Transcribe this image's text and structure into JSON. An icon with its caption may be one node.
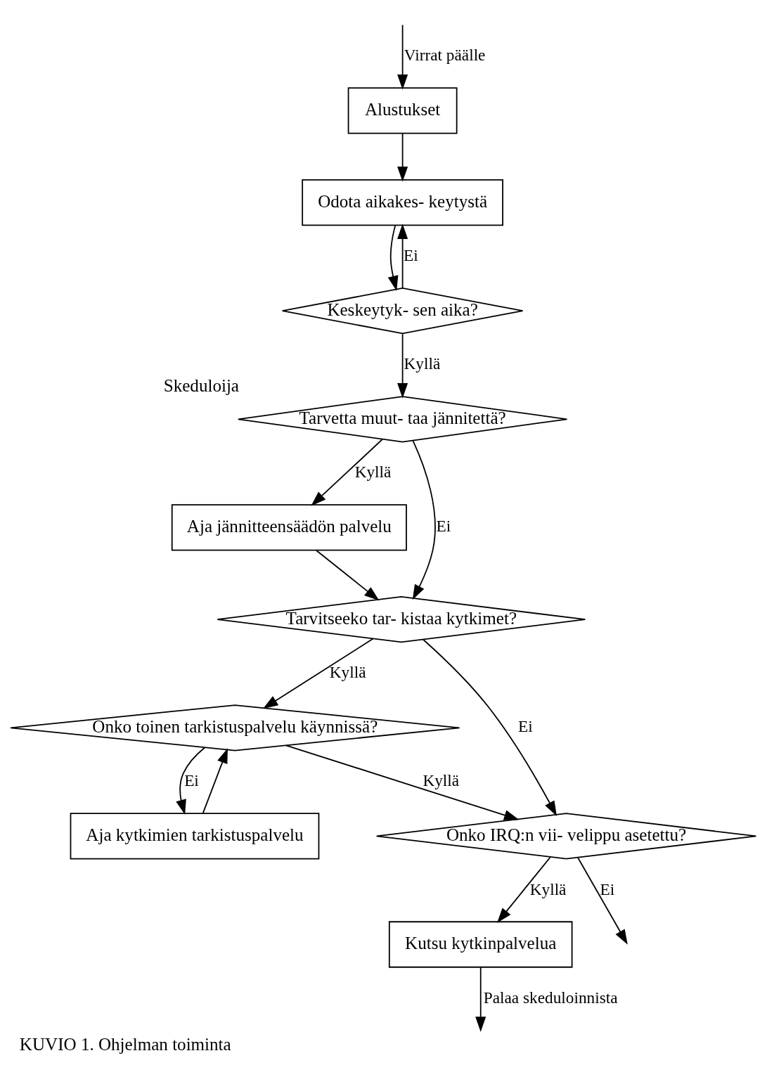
{
  "diagram": {
    "caption": "KUVIO 1. Ohjelman toiminta",
    "nodes": [
      {
        "text": [
          "Alustukset"
        ]
      },
      {
        "text": [
          "Odota aikakes- keytystä"
        ]
      },
      {
        "text": [
          "Keskeytyk- sen aika?"
        ]
      },
      {
        "text": [
          "Tarvetta muut- taa jännitettä?"
        ],
        "beside": [
          "Skeduloija"
        ]
      },
      {
        "text": [
          "Aja jännitteensäädön palvelu"
        ]
      },
      {
        "text": [
          "Tarvitseeko tar- kistaa kytkimet?"
        ]
      },
      {
        "text": [
          "Onko toinen tarkistuspalvelu käynnissä?"
        ]
      },
      {
        "text": [
          "Aja kytkimien tarkistuspalvelu"
        ]
      },
      {
        "text": [
          "Onko IRQ:n vii- velippu asetettu?"
        ]
      },
      {
        "text": [
          "Kutsu kytkinpalvelua"
        ]
      }
    ],
    "edges": [
      {
        "from": null,
        "to": 0,
        "arrow": "to",
        "label": "Virrat päälle"
      },
      {
        "from": 0,
        "to": 1,
        "arrow": "to"
      },
      {
        "from": 1,
        "to": 2,
        "arrow": "to"
      },
      {
        "from": 2,
        "to": 1,
        "arrow": "to",
        "label": "Ei"
      },
      {
        "from": 2,
        "to": 3,
        "arrow": "to",
        "label": "Kyllä"
      },
      {
        "from": 3,
        "to": 5,
        "arrow": "to",
        "label": "Ei"
      },
      {
        "from": 3,
        "to": 4,
        "arrow": "to",
        "label": "Kyllä"
      },
      {
        "from": 4,
        "to": 5,
        "arrow": "to"
      },
      {
        "from": 5,
        "to": 8,
        "arrow": "to",
        "label": "Ei"
      },
      {
        "from": 5,
        "to": 6,
        "arrow": "to",
        "label": "Kyllä"
      },
      {
        "from": 6,
        "to": 8,
        "arrow": "to",
        "label": "Kyllä"
      },
      {
        "from": 6,
        "to": 7,
        "arrow": "to",
        "label": "Ei"
      },
      {
        "from": 7,
        "to": 6,
        "arrow": "to"
      },
      {
        "from": 8,
        "to": 9,
        "arrow": "to",
        "label": "Kyllä"
      },
      {
        "from": 8,
        "to": null,
        "arrow": "to",
        "label": "Ei"
      },
      {
        "from": 9,
        "to": null,
        "arrow": "to",
        "label": "Palaa skeduloinnista"
      }
    ]
  }
}
